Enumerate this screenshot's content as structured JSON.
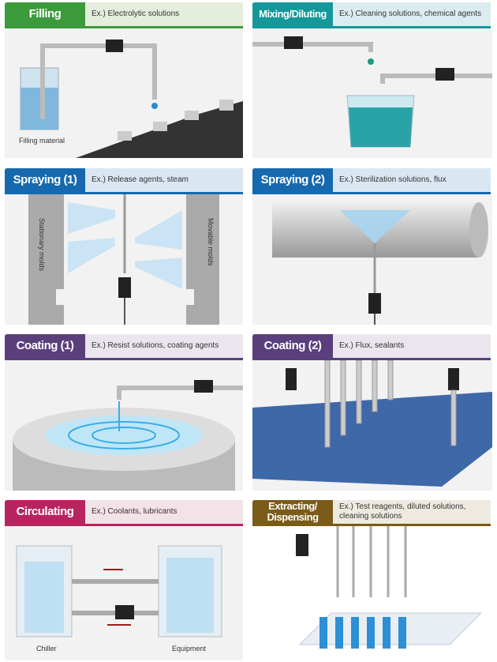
{
  "panels": [
    {
      "title": "Filling",
      "example": "Ex.) Electrolytic solutions",
      "labels": [
        "Filling material"
      ],
      "color": "#3b9a3c",
      "bg": "#e5eedd"
    },
    {
      "title": "Mixing/Diluting",
      "example": "Ex.) Cleaning solutions, chemical agents",
      "labels": [],
      "color": "#14989a",
      "bg": "#dcedf1"
    },
    {
      "title": "Spraying (1)",
      "example": "Ex.) Release agents, steam",
      "labels": [
        "Stationary molds",
        "Movable molds"
      ],
      "color": "#1669ae",
      "bg": "#dae6f2"
    },
    {
      "title": "Spraying (2)",
      "example": "Ex.) Sterilization solutions, flux",
      "labels": [],
      "color": "#1669ae",
      "bg": "#dae6f2"
    },
    {
      "title": "Coating (1)",
      "example": "Ex.) Resist solutions, coating agents",
      "labels": [],
      "color": "#5b3f7c",
      "bg": "#ebe6ee"
    },
    {
      "title": "Coating (2)",
      "example": "Ex.) Flux, sealants",
      "labels": [],
      "color": "#5b3f7c",
      "bg": "#ebe6ee"
    },
    {
      "title": "Circulating",
      "example": "Ex.) Coolants, lubricants",
      "labels": [
        "Chiller",
        "Equipment"
      ],
      "color": "#b72460",
      "bg": "#f4e2e9"
    },
    {
      "title": "Extracting/ Dispensing",
      "example": "Ex.) Test reagents, diluted solutions, cleaning solutions",
      "labels": [],
      "color": "#7a5b17",
      "bg": "#efeae0"
    }
  ]
}
